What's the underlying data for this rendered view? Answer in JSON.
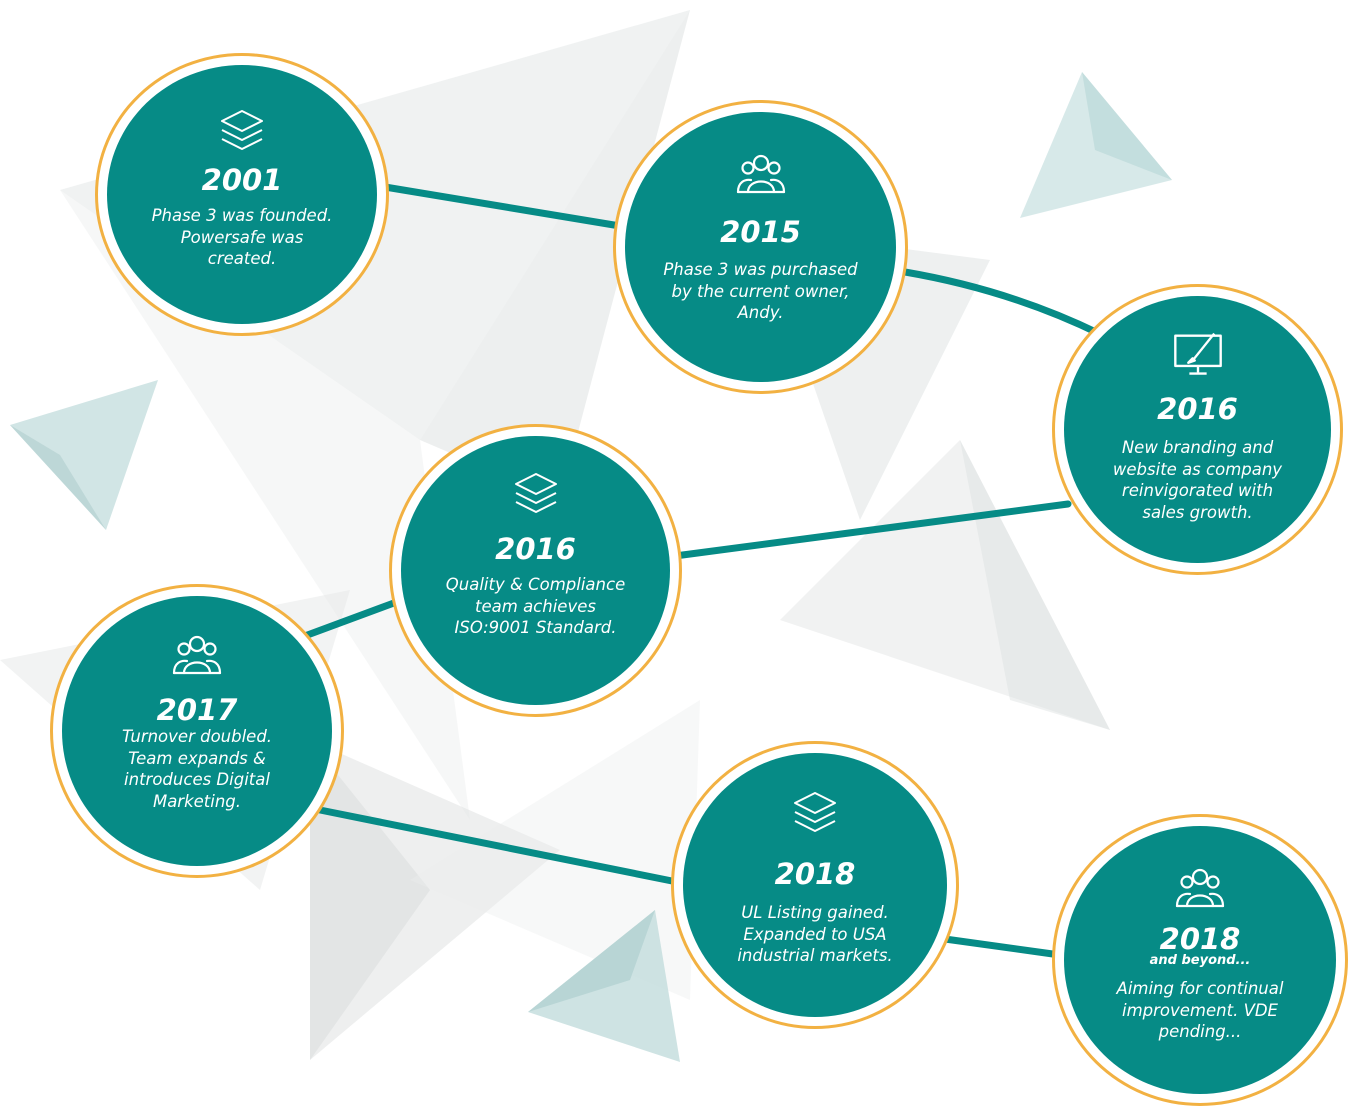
{
  "timeline": {
    "line_color": "#068b86",
    "ring_color": "#f2b142",
    "disc_color": "#068b86",
    "milestones": [
      {
        "icon": "layers-icon",
        "year": "2001",
        "subtitle": "",
        "description": "Phase 3 was founded. Powersafe was created."
      },
      {
        "icon": "team-icon",
        "year": "2015",
        "subtitle": "",
        "description": "Phase 3 was purchased by the current owner, Andy."
      },
      {
        "icon": "monitor-design-icon",
        "year": "2016",
        "subtitle": "",
        "description": "New branding and website as company reinvigorated with sales growth."
      },
      {
        "icon": "layers-icon",
        "year": "2016",
        "subtitle": "",
        "description": "Quality & Compliance team achieves ISO:9001 Standard."
      },
      {
        "icon": "team-icon",
        "year": "2017",
        "subtitle": "",
        "description": "Turnover doubled. Team expands & introduces Digital Marketing."
      },
      {
        "icon": "layers-icon",
        "year": "2018",
        "subtitle": "",
        "description": "UL Listing gained. Expanded to USA industrial markets."
      },
      {
        "icon": "team-icon",
        "year": "2018",
        "subtitle": "and beyond...",
        "description": "Aiming for continual improvement. VDE pending..."
      }
    ]
  }
}
